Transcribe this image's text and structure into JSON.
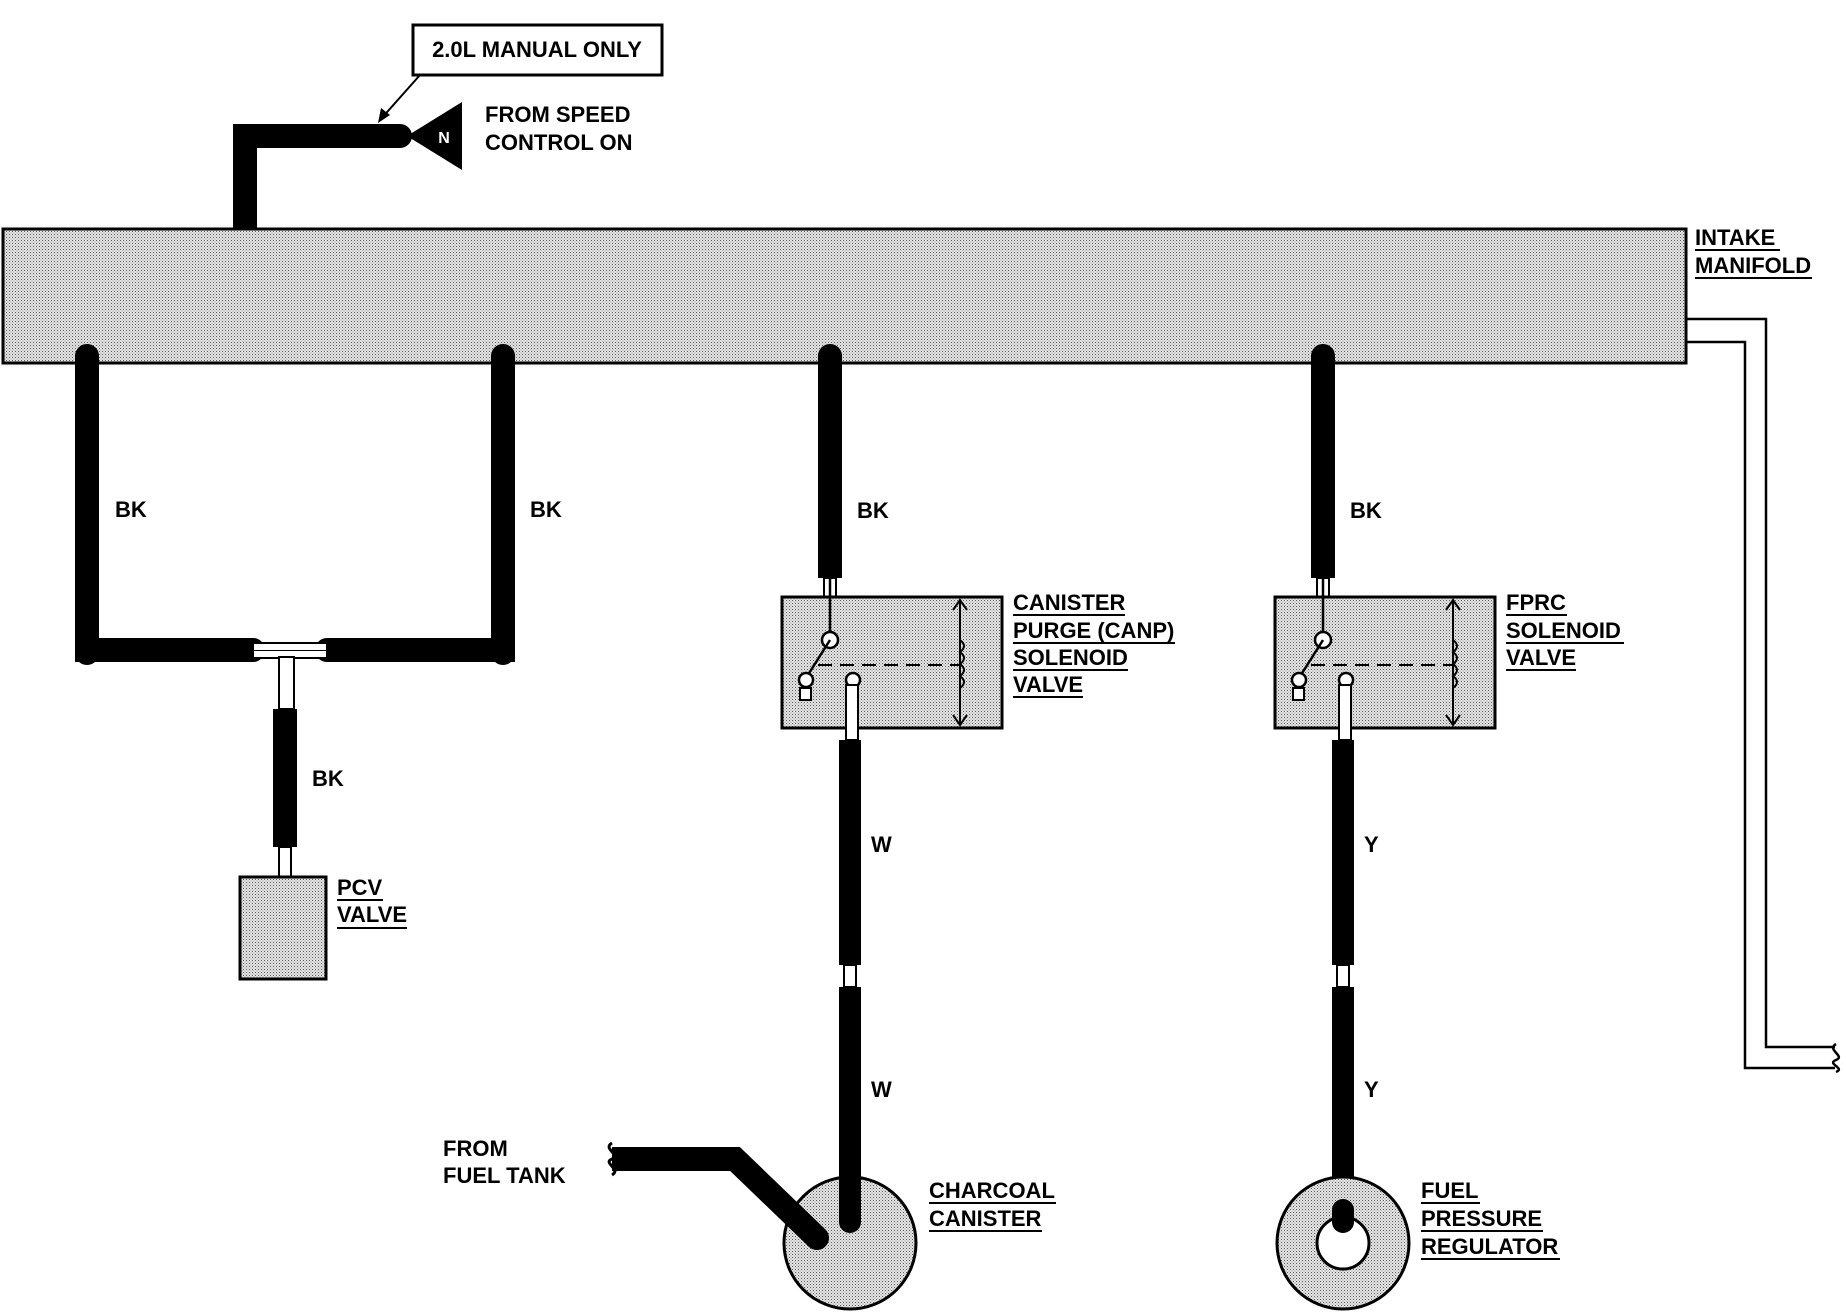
{
  "callout": {
    "text": "2.0L MANUAL ONLY"
  },
  "speed_control": {
    "symbol": "N",
    "line1": "FROM SPEED",
    "line2": "CONTROL ON"
  },
  "intake_manifold": {
    "line1": "INTAKE",
    "line2": "MANIFOLD"
  },
  "hose_colors": {
    "pcv_left": "BK",
    "pcv_right": "BK",
    "pcv_lower": "BK",
    "canp_upper": "BK",
    "fprc_upper": "BK",
    "canister_mid": "W",
    "canister_lower": "W",
    "regulator_mid": "Y",
    "regulator_lower": "Y"
  },
  "pcv_valve": {
    "line1": "PCV",
    "line2": "VALVE"
  },
  "canp_valve": {
    "line1": "CANISTER",
    "line2": "PURGE (CANP)",
    "line3": "SOLENOID",
    "line4": "VALVE"
  },
  "fprc_valve": {
    "line1": "FPRC",
    "line2": "SOLENOID",
    "line3": "VALVE"
  },
  "fuel_tank": {
    "line1": "FROM",
    "line2": "FUEL TANK"
  },
  "charcoal_canister": {
    "line1": "CHARCOAL",
    "line2": "CANISTER"
  },
  "fuel_regulator": {
    "line1": "FUEL",
    "line2": "PRESSURE",
    "line3": "REGULATOR"
  }
}
